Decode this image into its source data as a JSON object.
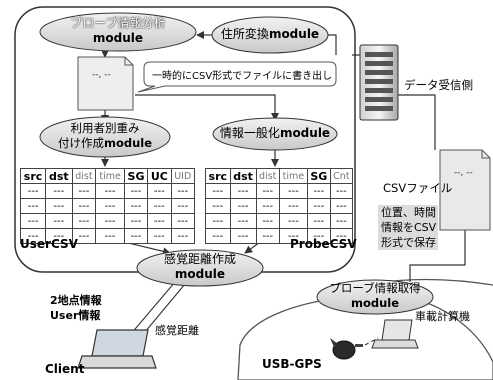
{
  "modules": {
    "probe_analysis": {
      "line1": "プローブ情報分析",
      "line2": "module"
    },
    "address_conversion": {
      "line1": "住所変換",
      "line2": "module"
    },
    "user_weight": {
      "line1": "利用者別重み",
      "line2": "付け作成",
      "line3": "module"
    },
    "info_generalize": {
      "line1": "情報一般化",
      "line2": "module"
    },
    "sense_distance": {
      "line1": "感覚距離作成",
      "line2": "module"
    },
    "probe_acquire": {
      "line1": "プローブ情報取得",
      "line2": "module"
    }
  },
  "callouts": {
    "csv_write": "一時的にCSV形式でファイルに書き出し"
  },
  "tables": {
    "user_csv": {
      "label": "UserCSV",
      "headers": [
        "src",
        "dst",
        "dist",
        "time",
        "SG",
        "UC",
        "UID"
      ],
      "rows": [
        [
          "---",
          "---",
          "---",
          "---",
          "---",
          "---",
          "---"
        ],
        [
          "---",
          "---",
          "---",
          "---",
          "---",
          "---",
          "---"
        ],
        [
          "---",
          "---",
          "---",
          "---",
          "---",
          "---",
          "---"
        ],
        [
          "---",
          "---",
          "---",
          "---",
          "---",
          "---",
          "---"
        ]
      ]
    },
    "probe_csv": {
      "label": "ProbeCSV",
      "headers": [
        "src",
        "dst",
        "dist",
        "time",
        "SG",
        "Cnt"
      ],
      "rows": [
        [
          "---",
          "---",
          "---",
          "---",
          "---",
          "---"
        ],
        [
          "---",
          "---",
          "---",
          "---",
          "---",
          "---"
        ],
        [
          "---",
          "---",
          "---",
          "---",
          "---",
          "---"
        ],
        [
          "---",
          "---",
          "---",
          "---",
          "---",
          "---"
        ]
      ]
    }
  },
  "labels": {
    "data_receiver": "データ受信側",
    "csv_file": "CSVファイル",
    "csv_note_line1": "位置、時間",
    "csv_note_line2": "情報をCSV",
    "csv_note_line3": "形式で保存",
    "client_info_line1": "2地点情報",
    "client_info_line2": "User情報",
    "sense_distance": "感覚距離",
    "client": "Client",
    "car_computer": "車載計算機",
    "usb_gps": "USB-GPS"
  },
  "file_glyph": "--, --"
}
